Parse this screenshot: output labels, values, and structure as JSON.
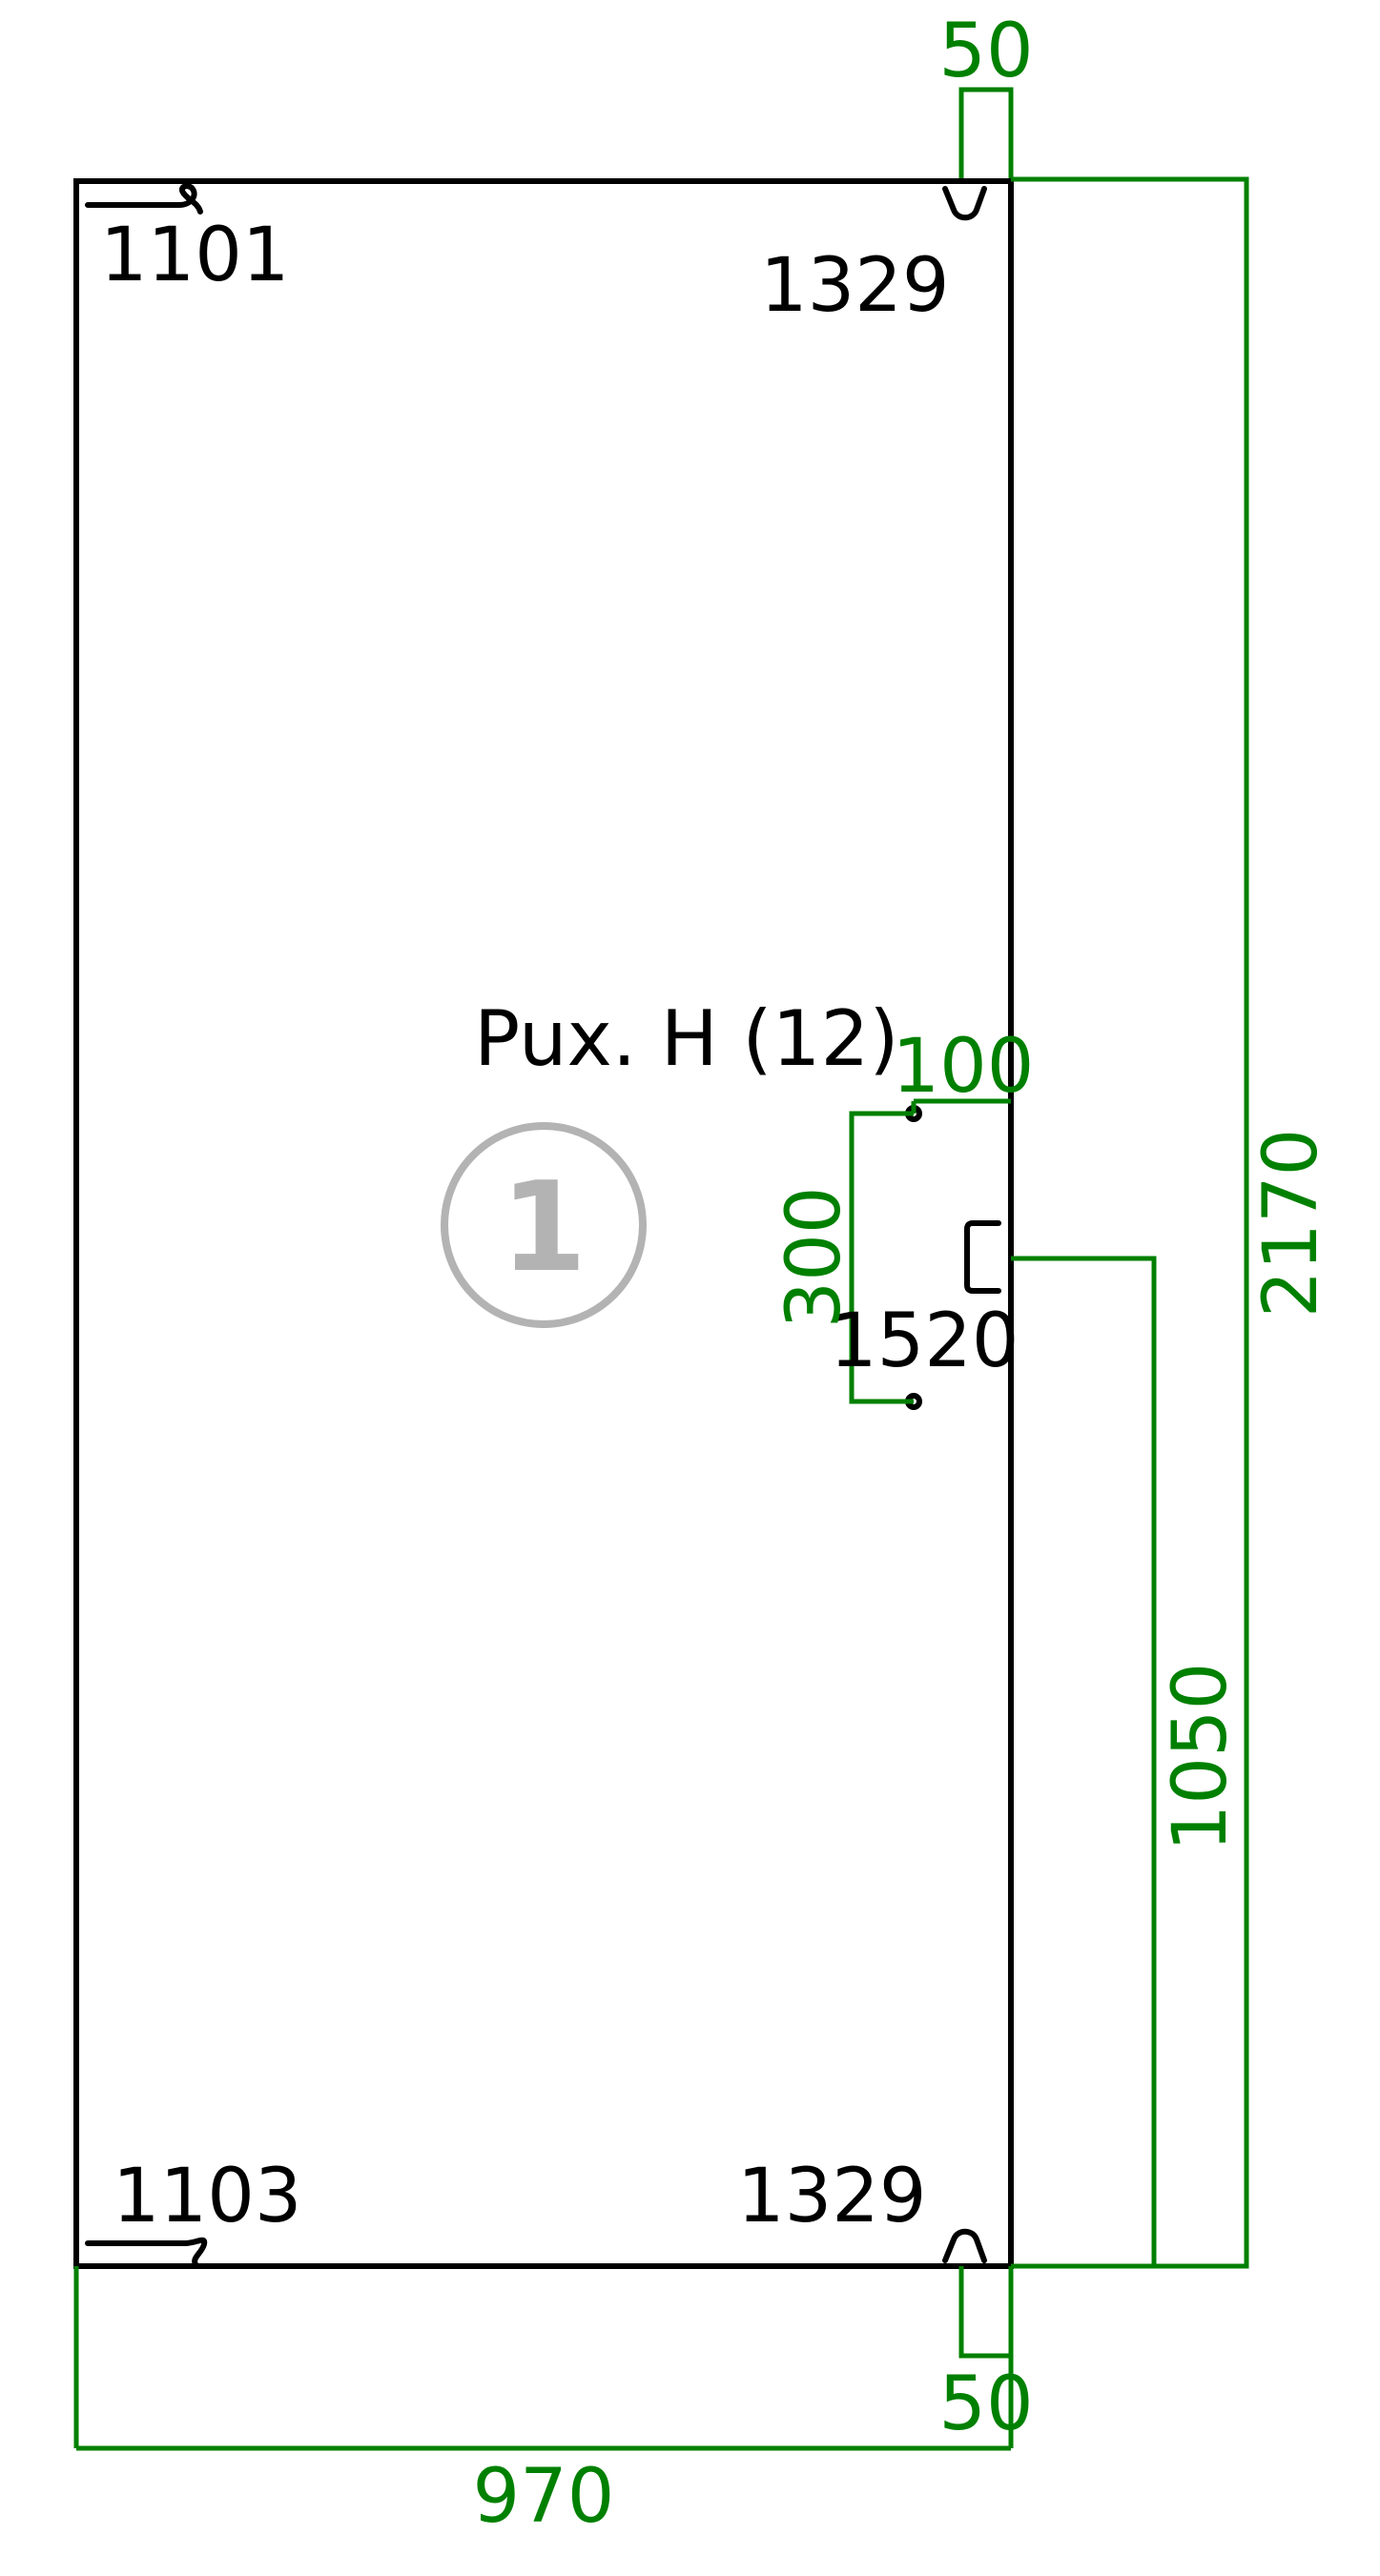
{
  "panel": {
    "title": "Pux. H (12)",
    "number": "1"
  },
  "hardware_labels": {
    "top_left": "1101",
    "top_right": "1329",
    "bottom_left": "1103",
    "bottom_right": "1329",
    "handle": "1520"
  },
  "dimensions": {
    "top_offset": "50",
    "bottom_offset": "50",
    "handle_inset": "100",
    "handle_spacing": "300",
    "handle_height": "1050",
    "total_height": "2170",
    "total_width": "970"
  },
  "colors": {
    "outline": "#000000",
    "dimension": "#008000",
    "badge": "#b3b3b3"
  }
}
